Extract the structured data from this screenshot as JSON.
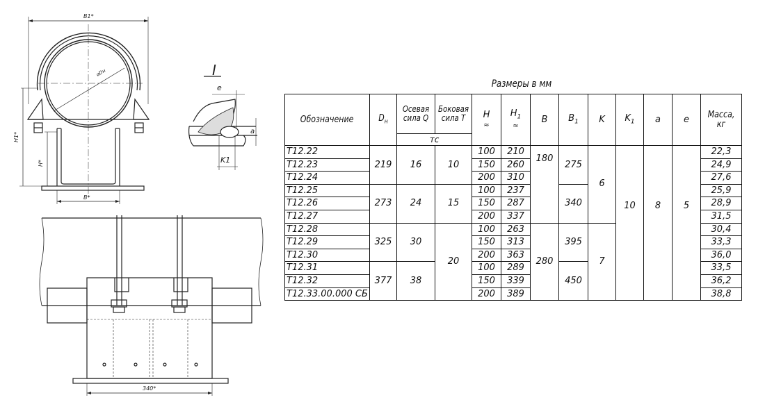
{
  "drawing": {
    "front_view": {
      "dim_B1": "B1*",
      "dim_Dn": "⌀Dн",
      "dim_H1": "H1*",
      "dim_H": "H*",
      "dim_B": "B*"
    },
    "detail": {
      "label": "I",
      "dim_e": "e",
      "dim_a": "a",
      "dim_K1": "K1"
    },
    "bottom_view": {
      "dim_width": "340*"
    }
  },
  "table": {
    "caption": "Размеры в мм",
    "headers": {
      "designation": "Обозначение",
      "dn": "D",
      "dn_sub": "н",
      "axial": "Осевая сила Q",
      "lateral": "Боковая сила T",
      "unit": "тс",
      "h": "H",
      "h_approx": "≈",
      "h1": "H",
      "h1_sub": "1",
      "h1_approx": "≈",
      "b": "B",
      "b1": "B",
      "b1_sub": "1",
      "k": "K",
      "k1": "K",
      "k1_sub": "1",
      "a": "a",
      "e": "e",
      "mass": "Масса, кг"
    },
    "rows": [
      {
        "des": "Т12.22",
        "h": "100",
        "h1": "210",
        "mass": "22,3"
      },
      {
        "des": "Т12.23",
        "h": "150",
        "h1": "260",
        "mass": "24,9"
      },
      {
        "des": "Т12.24",
        "h": "200",
        "h1": "310",
        "mass": "27,6"
      },
      {
        "des": "Т12.25",
        "h": "100",
        "h1": "237",
        "mass": "25,9"
      },
      {
        "des": "Т12.26",
        "h": "150",
        "h1": "287",
        "mass": "28,9"
      },
      {
        "des": "Т12.27",
        "h": "200",
        "h1": "337",
        "mass": "31,5"
      },
      {
        "des": "Т12.28",
        "h": "100",
        "h1": "263",
        "mass": "30,4"
      },
      {
        "des": "Т12.29",
        "h": "150",
        "h1": "313",
        "mass": "33,3"
      },
      {
        "des": "Т12.30",
        "h": "200",
        "h1": "363",
        "mass": "36,0"
      },
      {
        "des": "Т12.31",
        "h": "100",
        "h1": "289",
        "mass": "33,5"
      },
      {
        "des": "Т12.32",
        "h": "150",
        "h1": "339",
        "mass": "36,2"
      },
      {
        "des": "Т12.33.00.000 СБ",
        "h": "200",
        "h1": "389",
        "mass": "38,8"
      }
    ],
    "groups": {
      "dn": [
        "219",
        "273",
        "325",
        "377"
      ],
      "q": [
        "16",
        "24",
        "30",
        "38"
      ],
      "t": [
        "10",
        "15",
        "20"
      ],
      "b": [
        "180",
        "280"
      ],
      "b1": [
        "275",
        "340",
        "395",
        "450"
      ],
      "k": [
        "6",
        "7"
      ],
      "k1": "10",
      "a": "8",
      "e": "5"
    }
  }
}
